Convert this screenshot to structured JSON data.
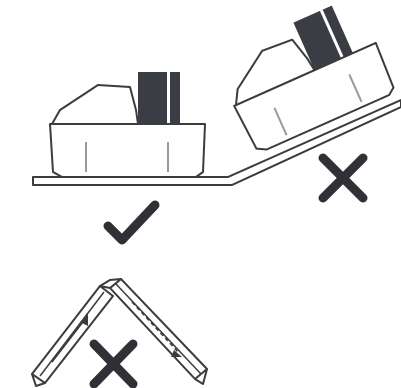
{
  "diagram": {
    "description_free": true,
    "colors": {
      "line": "#3c3c3c",
      "device_body": "#ffffff",
      "device_tab": "#3b3d44",
      "tab_highlight": "#ffffff",
      "mark": "#2f3136",
      "cable_fill": "#ffffff"
    },
    "icons": {
      "correct": "check-mark-icon",
      "incorrect": "cross-mark-icon"
    },
    "panels": [
      {
        "name": "device-level",
        "mark": "correct"
      },
      {
        "name": "device-tilted",
        "mark": "incorrect"
      },
      {
        "name": "cable-bent",
        "mark": "incorrect"
      }
    ]
  }
}
